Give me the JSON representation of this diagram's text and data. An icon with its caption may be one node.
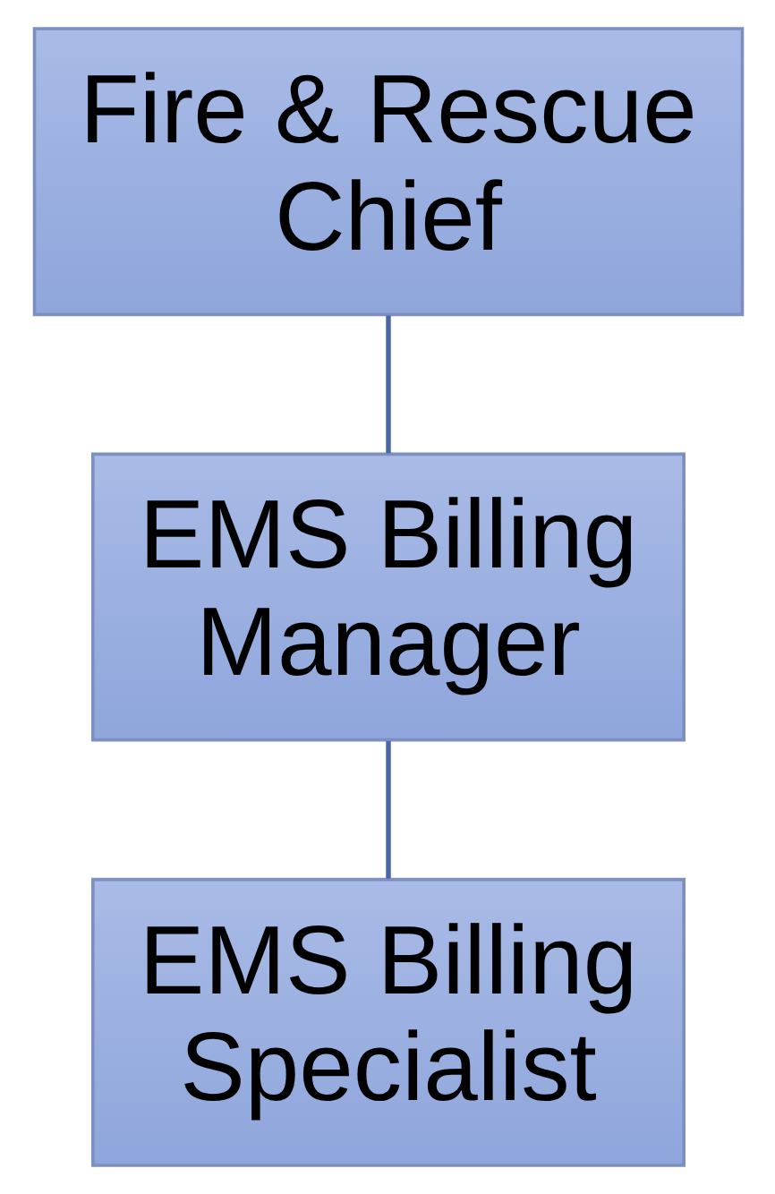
{
  "diagram": {
    "nodes": [
      {
        "text": [
          "Fire & Rescue Chief"
        ]
      },
      {
        "text": [
          "EMS Billing Manager"
        ]
      },
      {
        "text": [
          "EMS Billing Specialist"
        ]
      }
    ],
    "edges": [
      {
        "from": 0,
        "to": 1,
        "arrow": "none"
      },
      {
        "from": 1,
        "to": 2,
        "arrow": "none"
      }
    ]
  }
}
